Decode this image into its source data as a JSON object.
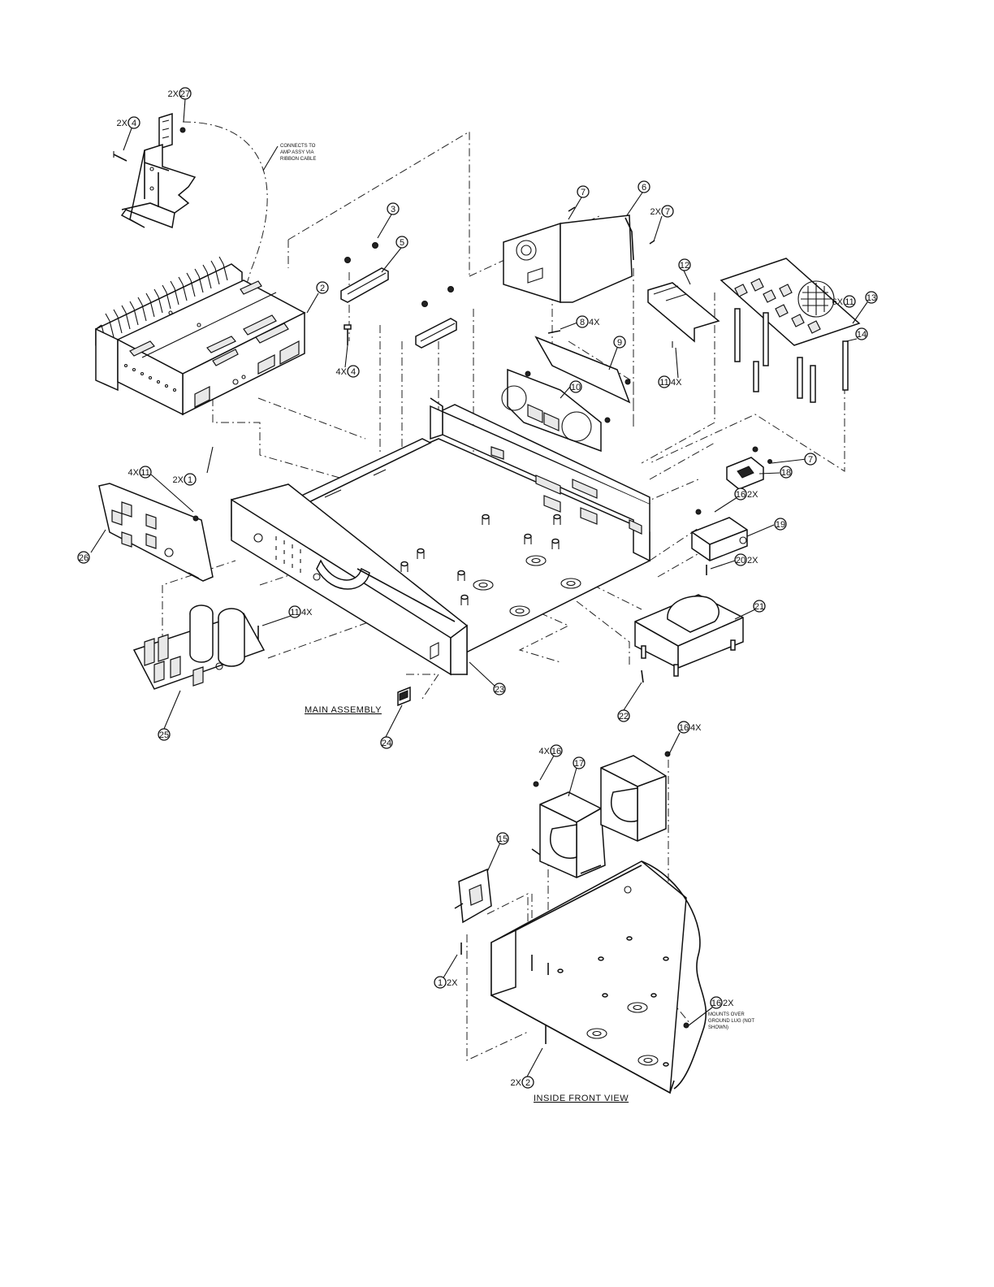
{
  "captions": {
    "main": "MAIN ASSEMBLY",
    "inside": "INSIDE FRONT VIEW"
  },
  "notes": {
    "ribbon": [
      "CONNECTS TO",
      "AMP ASSY VIA",
      "RIBBON CABLE"
    ],
    "ground": [
      "MOUNTS OVER",
      "GROUND LUG (NOT",
      "SHOWN)"
    ]
  },
  "callouts": [
    {
      "id": "c27",
      "num": "27",
      "qty": "2X",
      "qty_side": "left"
    },
    {
      "id": "c4a",
      "num": "4",
      "qty": "2X",
      "qty_side": "left"
    },
    {
      "id": "c3",
      "num": "3",
      "qty": "",
      "qty_side": "none"
    },
    {
      "id": "c5",
      "num": "5",
      "qty": "",
      "qty_side": "none"
    },
    {
      "id": "c2",
      "num": "2",
      "qty": "",
      "qty_side": "none"
    },
    {
      "id": "c4b",
      "num": "4",
      "qty": "4X",
      "qty_side": "left"
    },
    {
      "id": "c7a",
      "num": "7",
      "qty": "",
      "qty_side": "none"
    },
    {
      "id": "c6",
      "num": "6",
      "qty": "",
      "qty_side": "none"
    },
    {
      "id": "c7b",
      "num": "7",
      "qty": "2X",
      "qty_side": "left"
    },
    {
      "id": "c12",
      "num": "12",
      "qty": "",
      "qty_side": "none"
    },
    {
      "id": "c11a",
      "num": "11",
      "qty": "6X",
      "qty_side": "left"
    },
    {
      "id": "c13",
      "num": "13",
      "qty": "",
      "qty_side": "none"
    },
    {
      "id": "c14",
      "num": "14",
      "qty": "",
      "qty_side": "none"
    },
    {
      "id": "c8",
      "num": "8",
      "qty": "4X",
      "qty_side": "right"
    },
    {
      "id": "c9",
      "num": "9",
      "qty": "",
      "qty_side": "none"
    },
    {
      "id": "c10",
      "num": "10",
      "qty": "",
      "qty_side": "none"
    },
    {
      "id": "c11b",
      "num": "11",
      "qty": "4X",
      "qty_side": "right"
    },
    {
      "id": "c1a",
      "num": "1",
      "qty": "2X",
      "qty_side": "left"
    },
    {
      "id": "c11c",
      "num": "11",
      "qty": "4X",
      "qty_side": "left"
    },
    {
      "id": "c26",
      "num": "26",
      "qty": "",
      "qty_side": "none"
    },
    {
      "id": "c7c",
      "num": "7",
      "qty": "",
      "qty_side": "none"
    },
    {
      "id": "c18",
      "num": "18",
      "qty": "",
      "qty_side": "none"
    },
    {
      "id": "c16a",
      "num": "16",
      "qty": "2X",
      "qty_side": "right"
    },
    {
      "id": "c19",
      "num": "19",
      "qty": "",
      "qty_side": "none"
    },
    {
      "id": "c20",
      "num": "20",
      "qty": "2X",
      "qty_side": "right"
    },
    {
      "id": "c21",
      "num": "21",
      "qty": "",
      "qty_side": "none"
    },
    {
      "id": "c11d",
      "num": "11",
      "qty": "4X",
      "qty_side": "right"
    },
    {
      "id": "c23",
      "num": "23",
      "qty": "",
      "qty_side": "none"
    },
    {
      "id": "c22",
      "num": "22",
      "qty": "",
      "qty_side": "none"
    },
    {
      "id": "c24",
      "num": "24",
      "qty": "",
      "qty_side": "none"
    },
    {
      "id": "c25",
      "num": "25",
      "qty": "",
      "qty_side": "none"
    },
    {
      "id": "c16b",
      "num": "16",
      "qty": "4X",
      "qty_side": "right"
    },
    {
      "id": "c16c",
      "num": "16",
      "qty": "4X",
      "qty_side": "left"
    },
    {
      "id": "c17",
      "num": "17",
      "qty": "",
      "qty_side": "none"
    },
    {
      "id": "c15",
      "num": "15",
      "qty": "",
      "qty_side": "none"
    },
    {
      "id": "c1b",
      "num": "1",
      "qty": "2X",
      "qty_side": "right"
    },
    {
      "id": "c16d",
      "num": "16",
      "qty": "2X",
      "qty_side": "right"
    },
    {
      "id": "c2b",
      "num": "2",
      "qty": "2X",
      "qty_side": "left"
    }
  ]
}
